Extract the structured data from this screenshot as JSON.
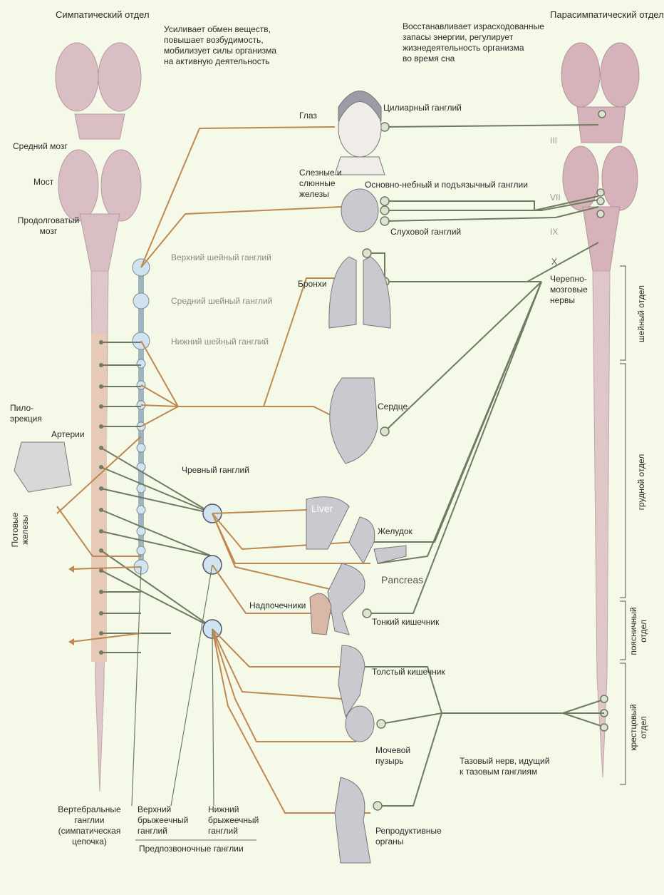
{
  "headers": {
    "sympathetic": "Симпатический отдел",
    "parasympathetic": "Парасимпатический отдел"
  },
  "descriptions": {
    "sympathetic": "Усиливает обмен веществ,\nповышает возбудимость,\nмобилизует силы организма\nна активную деятельность",
    "parasympathetic": "Восстанавливает израсходованные\nзапасы энергии, регулирует\nжизнедеятельность  организма\nво время сна"
  },
  "brain_labels": {
    "midbrain": "Средний мозг",
    "pons": "Мост",
    "medulla": "Продолговатый\nмозг"
  },
  "ganglia": {
    "superior_cervical": "Верхний шейный ганглий",
    "middle_cervical": "Средний шейный ганглий",
    "inferior_cervical": "Нижний шейный ганглий",
    "celiac": "Чревный ганглий",
    "ciliary": "Цилиарный ганглий",
    "pterygopalatine": "Основно-небный и подъязычный ганглии",
    "otic": "Слуховой ганглий",
    "vertebral": "Вертебральные\nганглии\n(симпатическая\nцепочка)",
    "superior_mesenteric": "Верхний\nбрыжеечный\nганглий",
    "inferior_mesenteric": "Нижний\nбрыжеечный\nганглий",
    "prevertebral": "Предпозвоночные    ганглии"
  },
  "organs": {
    "eye": "Глаз",
    "glands": "Слезные и\nслюнные\nжелезы",
    "bronchi": "Бронхи",
    "heart": "Сердце",
    "liver": "Liver",
    "stomach": "Желудок",
    "pancreas": "Pancreas",
    "adrenals": "Надпочечники",
    "small_intestine": "Тонкий кишечник",
    "large_intestine": "Толстый кишечник",
    "bladder": "Мочевой\nпузырь",
    "reproductive": "Репродуктивные\nорганы",
    "pilo": "Пило-\nэрекция",
    "arteries": "Артерии",
    "sweat": "Потовые\nжелезы"
  },
  "nerves": {
    "III": "III",
    "VII": "VII",
    "IX": "IX",
    "X": "X",
    "cranial": "Черепно-\nмозговые\nнервы",
    "pelvic": "Тазовый нерв, идущий\nк тазовым ганглиям"
  },
  "spinal_sections": {
    "cervical": "шейный отдел",
    "thoracic": "грудной отдел",
    "lumbar": "поясничный\nотдел",
    "sacral": "крестцовый\nотдел"
  },
  "colors": {
    "background": "#f4f9e8",
    "sympathetic_fiber": "#c08850",
    "parasympathetic_fiber": "#6f7a62",
    "brain": "#d8bcc0",
    "organ": "#c9c9cf"
  }
}
